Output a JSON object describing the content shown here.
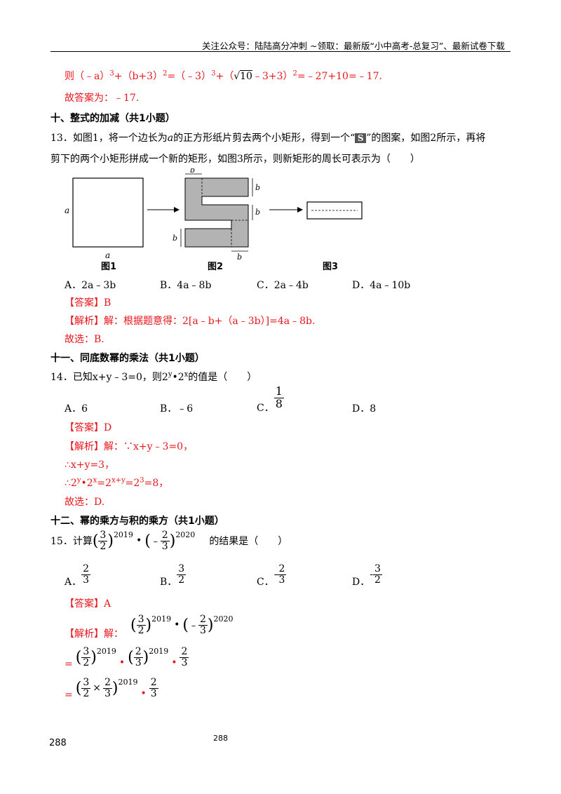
{
  "header": {
    "text": "关注公众号：陆陆高分冲刺  ~领取：最新版“小中高考-总复习”、最新试卷下载"
  },
  "prev": {
    "line1_a": "则（﹣a）",
    "line1_sup1": "3",
    "line1_b": "+（b+3）",
    "line1_sup2": "2",
    "line1_c": "=（﹣3）",
    "line1_sup3": "3",
    "line1_d": "+（",
    "line1_sqrt": "10",
    "line1_e": "﹣3+3）",
    "line1_sup4": "2",
    "line1_f": "=﹣27+10=﹣17.",
    "line2": "故答案为：﹣17."
  },
  "sec10": {
    "title": "十、整式的加减（共1小题）"
  },
  "q13": {
    "line1_a": "13．如图1，将一个边长为",
    "var_a": "a",
    "line1_b": "的正方形纸片剪去两个小矩形，得到一个“",
    "glyph": "S",
    "line1_c": "”的图案，如图2所示，再将",
    "line2": "剪下的两个小矩形拼成一个新的矩形，如图3所示，则新矩形的周长可表示为（　　）",
    "fig_a_left": "a",
    "fig_a_bottom": "a",
    "fig_b_labels": [
      "b",
      "b",
      "b",
      "b",
      "b"
    ],
    "fig_captions": [
      "图1",
      "图2",
      "图3"
    ],
    "options": [
      "A．2a﹣3b",
      "B．4a﹣8b",
      "C．2a﹣4b",
      "D．4a﹣10b"
    ],
    "answer": "【答案】B",
    "analysis_label": "【解析】解：",
    "analysis": "根据题意得：2[a﹣b+（a﹣3b）]=4a﹣8b.",
    "choose": "故选：B."
  },
  "sec11": {
    "title": "十一、同底数幂的乘法（共1小题）"
  },
  "q14": {
    "stem_a": "14．已知x+y﹣3=0，则2",
    "stem_sup1": "y",
    "stem_b": "•2",
    "stem_sup2": "x",
    "stem_c": "的值是（　　）",
    "optA": "A．6",
    "optB": "B．﹣6",
    "optC_label": "C．",
    "optC_num": "1",
    "optC_den": "8",
    "optD": "D．8",
    "answer": "【答案】D",
    "analysis_label": "【解析】解：",
    "analysis1": "∵x+y﹣3=0，",
    "analysis2": "∴x+y=3，",
    "analysis3_a": "∴2",
    "analysis3_s1": "y",
    "analysis3_b": "•2",
    "analysis3_s2": "x",
    "analysis3_c": "=2",
    "analysis3_s3": "x+y",
    "analysis3_d": "=2",
    "analysis3_s4": "3",
    "analysis3_e": "=8，",
    "choose": "故选：D."
  },
  "sec12": {
    "title": "十二、幂的乘方与积的乘方（共1小题）"
  },
  "q15": {
    "stem_a": "15．计算",
    "f1_num": "3",
    "f1_den": "2",
    "exp1": "2019",
    "dot": "•",
    "neg": "﹣",
    "f2_num": "2",
    "f2_den": "3",
    "exp2": "2020",
    "stem_b": "的结果是（　　）",
    "optA_label": "A．",
    "optA_num": "2",
    "optA_den": "3",
    "optB_label": "B．",
    "optB_num": "3",
    "optB_den": "2",
    "optC_label": "C．",
    "optC_sign": "-",
    "optC_num": "2",
    "optC_den": "3",
    "optD_label": "D．",
    "optD_sign": "-",
    "optD_num": "3",
    "optD_den": "2",
    "answer": "【答案】A",
    "analysis_label": "【解析】解：",
    "eq": "=",
    "times": "×"
  },
  "footer": {
    "left": "288",
    "center": "288"
  }
}
